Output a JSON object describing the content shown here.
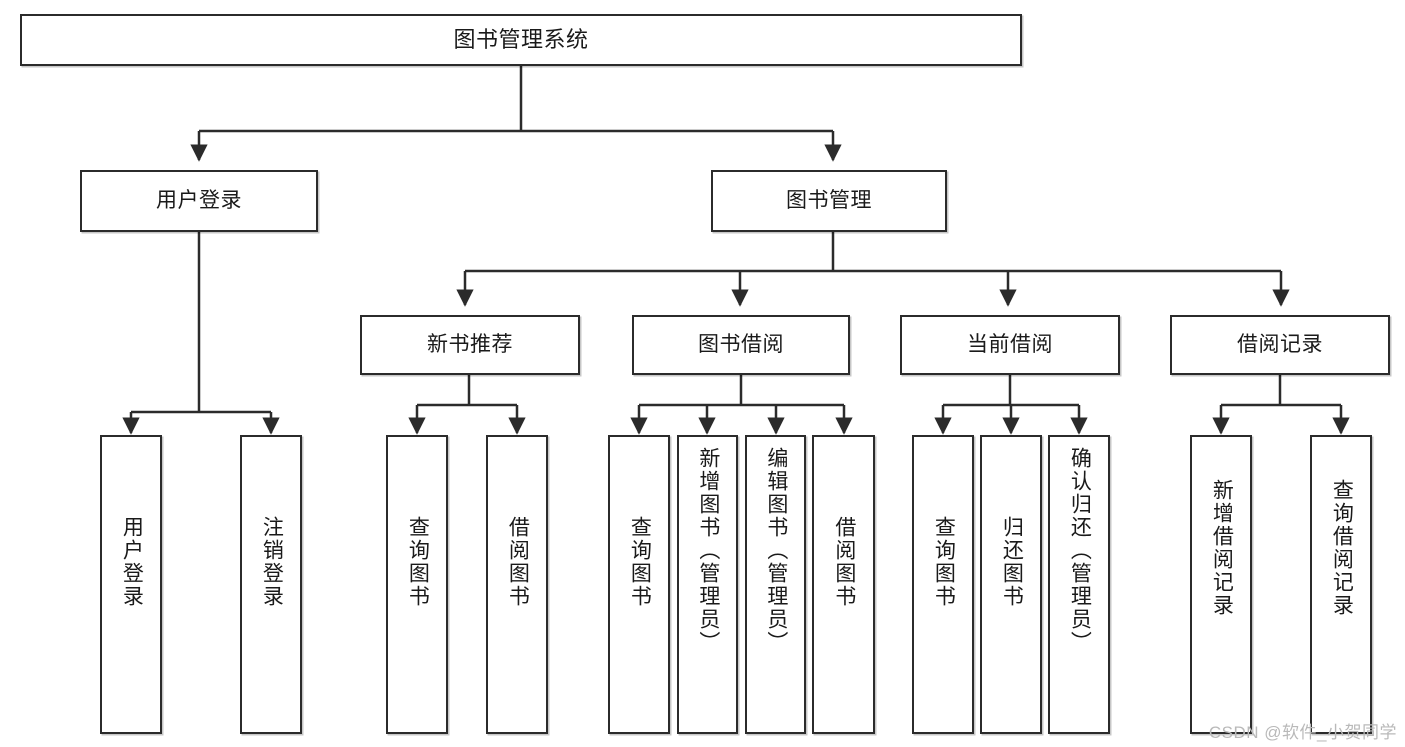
{
  "diagram": {
    "title": "图书管理系统",
    "type": "tree-hierarchy",
    "nodes": {
      "root": {
        "label": "图书管理系统"
      },
      "l2": [
        {
          "id": "user-login",
          "label": "用户登录"
        },
        {
          "id": "book-manage",
          "label": "图书管理"
        }
      ],
      "l3": [
        {
          "id": "new-book-rec",
          "label": "新书推荐"
        },
        {
          "id": "book-borrow",
          "label": "图书借阅"
        },
        {
          "id": "current-borrow",
          "label": "当前借阅"
        },
        {
          "id": "borrow-record",
          "label": "借阅记录"
        }
      ],
      "leaves": [
        {
          "id": "leaf-user-login",
          "label": "用户登录"
        },
        {
          "id": "leaf-logout",
          "label": "注销登录"
        },
        {
          "id": "leaf-query-book-1",
          "label": "查询图书"
        },
        {
          "id": "leaf-borrow-book-1",
          "label": "借阅图书"
        },
        {
          "id": "leaf-query-book-2",
          "label": "查询图书"
        },
        {
          "id": "leaf-add-book",
          "label": "新增图书（管理员）"
        },
        {
          "id": "leaf-edit-book",
          "label": "编辑图书（管理员）"
        },
        {
          "id": "leaf-borrow-book-2",
          "label": "借阅图书"
        },
        {
          "id": "leaf-query-book-3",
          "label": "查询图书"
        },
        {
          "id": "leaf-return-book",
          "label": "归还图书"
        },
        {
          "id": "leaf-confirm-return",
          "label": "确认归还（管理员）"
        },
        {
          "id": "leaf-add-record",
          "label": "新增借阅记录"
        },
        {
          "id": "leaf-query-record",
          "label": "查询借阅记录"
        }
      ]
    },
    "colors": {
      "stroke": "#2b2b2b",
      "fill": "#ffffff",
      "text": "#1a1a1a",
      "watermark": "#b9b9b9"
    }
  },
  "watermark": {
    "text": "CSDN @软件_小贺同学"
  }
}
